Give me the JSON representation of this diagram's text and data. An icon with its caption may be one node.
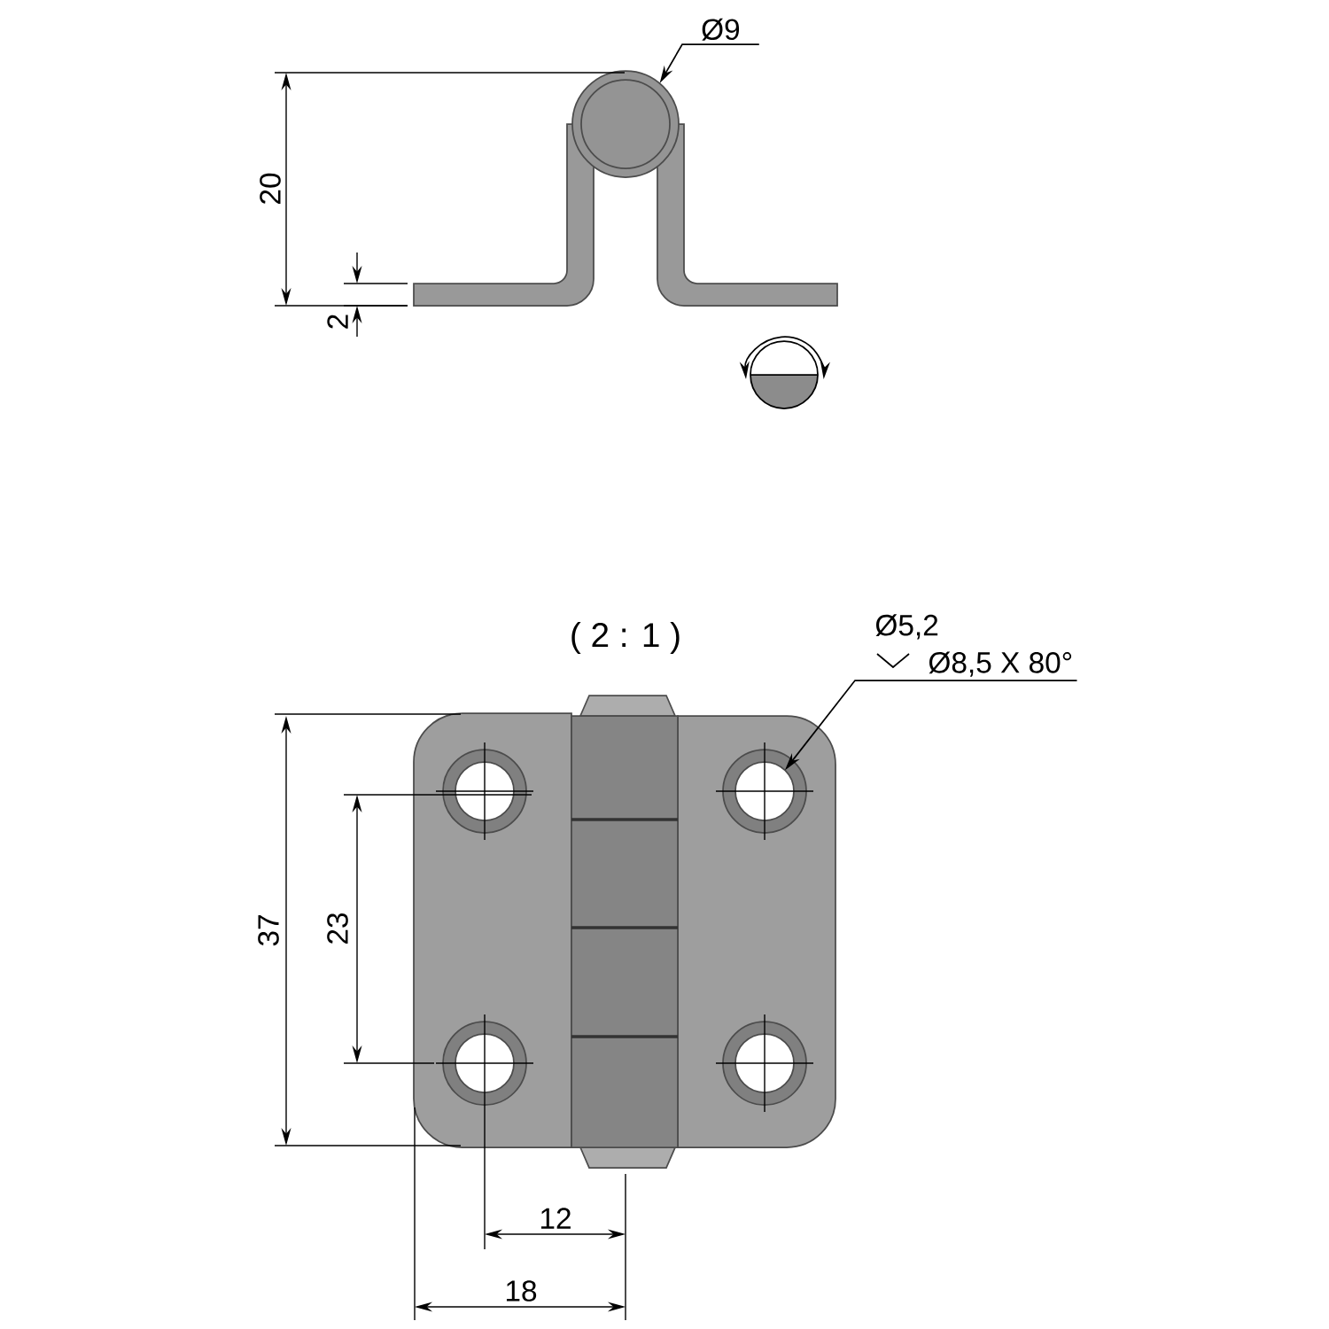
{
  "diagram": {
    "nodes": [
      {
        "text": [
          "Ø9"
        ]
      },
      {
        "text": [],
        "shape": "circle"
      },
      {
        "text": [
          "Ø5,2",
          "Ø8,5 X 80°"
        ]
      },
      {
        "text": [],
        "shape": "circle"
      }
    ],
    "edges": [
      {
        "from": 0,
        "to": 1,
        "arrow": "to"
      },
      {
        "from": 2,
        "to": 3,
        "arrow": "to"
      }
    ],
    "labels": [
      "20",
      "2",
      "( 2 : 1 )",
      "37",
      "23",
      "12",
      "18"
    ]
  }
}
